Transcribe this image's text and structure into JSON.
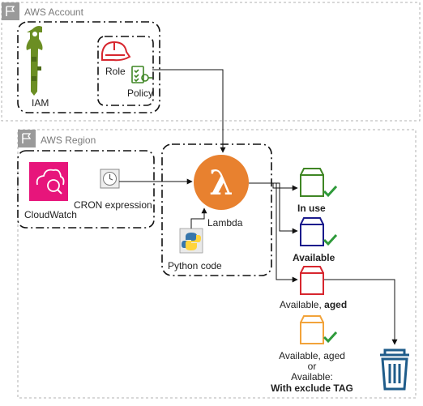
{
  "colors": {
    "group_border": "#b0b0b0",
    "cluster_border": "#111111",
    "iam_green": "#6b8e23",
    "role_red": "#d7262e",
    "policy_green": "#3f8624",
    "cloudwatch_pink": "#e7157b",
    "lambda_orange": "#e8812f",
    "volume_green": "#3f8624",
    "volume_blue": "#1a1a8c",
    "volume_red": "#d7262e",
    "volume_orange": "#f2a33a",
    "check_green": "#2e9a3a",
    "trash_blue": "#1f5c8a"
  },
  "groups": {
    "account_label": "AWS Account",
    "region_label": "AWS Region"
  },
  "iam": {
    "label": "IAM",
    "icon": "key-icon"
  },
  "role": {
    "label": "Role",
    "icon": "helmet-icon"
  },
  "policy": {
    "label": "Policy",
    "icon": "policy-document-icon"
  },
  "cloudwatch": {
    "label": "CloudWatch",
    "icon": "cloudwatch-icon"
  },
  "cron": {
    "label": "CRON expression",
    "icon": "clock-icon"
  },
  "lambda": {
    "label": "Lambda",
    "icon": "lambda-icon"
  },
  "python": {
    "label": "Python code",
    "icon": "python-icon"
  },
  "volumes": {
    "in_use": {
      "label": "In use",
      "icon": "ebs-volume-icon"
    },
    "available": {
      "label": "Available",
      "icon": "ebs-volume-icon"
    },
    "aged": {
      "label_prefix": "Available, ",
      "label_bold": "aged",
      "icon": "ebs-volume-icon"
    },
    "excluded": {
      "line1": "Available, aged",
      "line2": "or",
      "line3": "Available:",
      "line4": "With exclude TAG",
      "icon": "ebs-volume-icon"
    }
  },
  "trash": {
    "icon": "trash-icon"
  }
}
